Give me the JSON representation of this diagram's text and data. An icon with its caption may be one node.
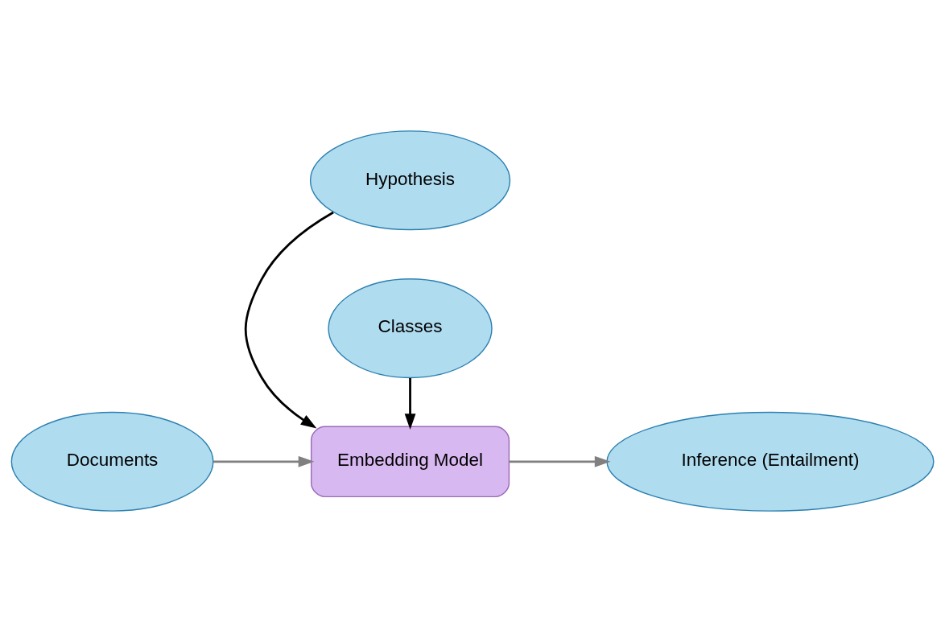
{
  "diagram": {
    "nodes": [
      {
        "text": [
          "Hypothesis"
        ]
      },
      {
        "text": [
          "Documents"
        ]
      },
      {
        "text": [
          "Embedding Model"
        ]
      },
      {
        "text": [
          "Inference (Entailment)"
        ]
      },
      {
        "text": [
          "Classes"
        ]
      }
    ],
    "edges": [
      {
        "from": 0,
        "to": 2,
        "arrow": "to"
      },
      {
        "from": 1,
        "to": 2,
        "arrow": "to",
        "color": "#808080"
      },
      {
        "from": 2,
        "to": 3,
        "arrow": "to",
        "color": "#808080"
      },
      {
        "from": 4,
        "to": 2,
        "arrow": "to"
      }
    ]
  }
}
